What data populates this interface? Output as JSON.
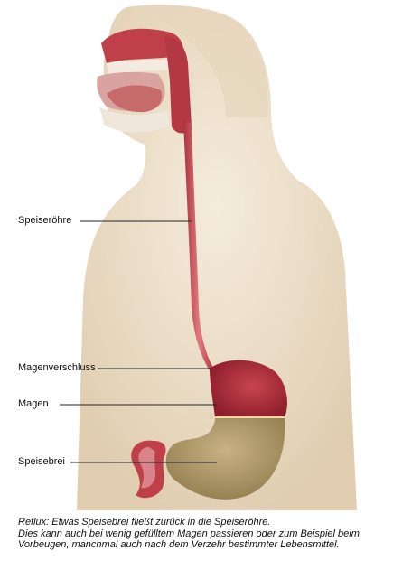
{
  "labels": {
    "esophagus": "Speiseröhre",
    "sphincter": "Magenverschluss",
    "stomach": "Magen",
    "chyme": "Speisebrei"
  },
  "caption": {
    "line1": "Reflux: Etwas Speisebrei fließt zurück in die Speiseröhre.",
    "line2": "Dies kann auch bei wenig gefülltem Magen passieren oder zum Beispiel beim Vorbeugen, manchmal auch nach dem Verzehr bestimmter Lebensmittel."
  },
  "colors": {
    "skin": "#efe3cf",
    "skin_shadow": "#e2d1b5",
    "tissue": "#c0404a",
    "tissue_dark": "#8e1f2c",
    "chyme": "#b9a070",
    "chyme_dark": "#8f7a4c",
    "leader_line": "#222222"
  }
}
